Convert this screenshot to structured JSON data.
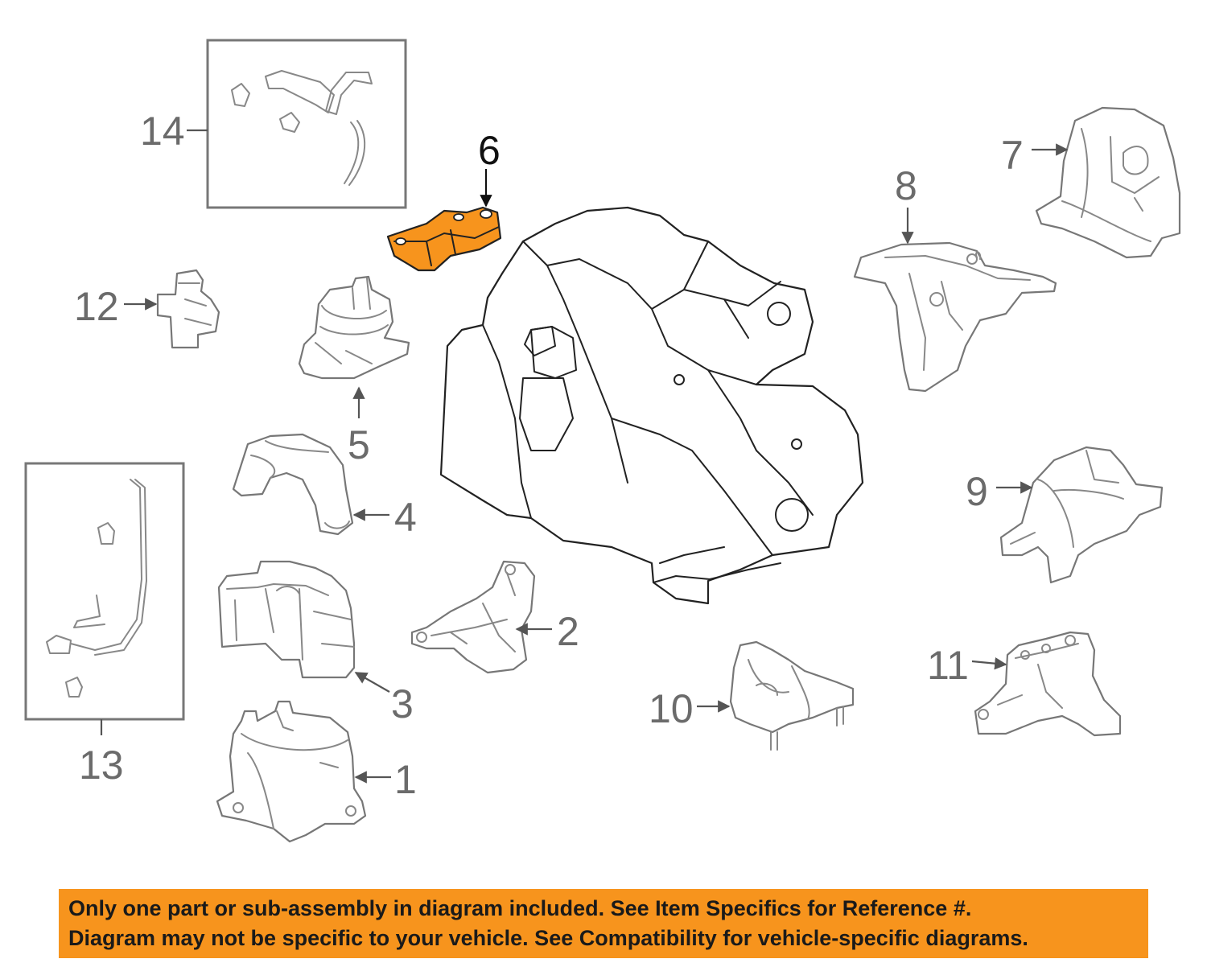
{
  "diagram": {
    "highlight_color": "#f7941d",
    "highlighted_part": "6",
    "callouts": {
      "c1": "1",
      "c2": "2",
      "c3": "3",
      "c4": "4",
      "c5": "5",
      "c6": "6",
      "c7": "7",
      "c8": "8",
      "c9": "9",
      "c10": "10",
      "c11": "11",
      "c12": "12",
      "c13": "13",
      "c14": "14"
    }
  },
  "notice": {
    "background": "#f7941d",
    "line1": "Only one part or sub-assembly in diagram included. See Item Specifics for Reference #.",
    "line2": "Diagram may not be specific to your vehicle. See Compatibility for vehicle-specific diagrams."
  }
}
